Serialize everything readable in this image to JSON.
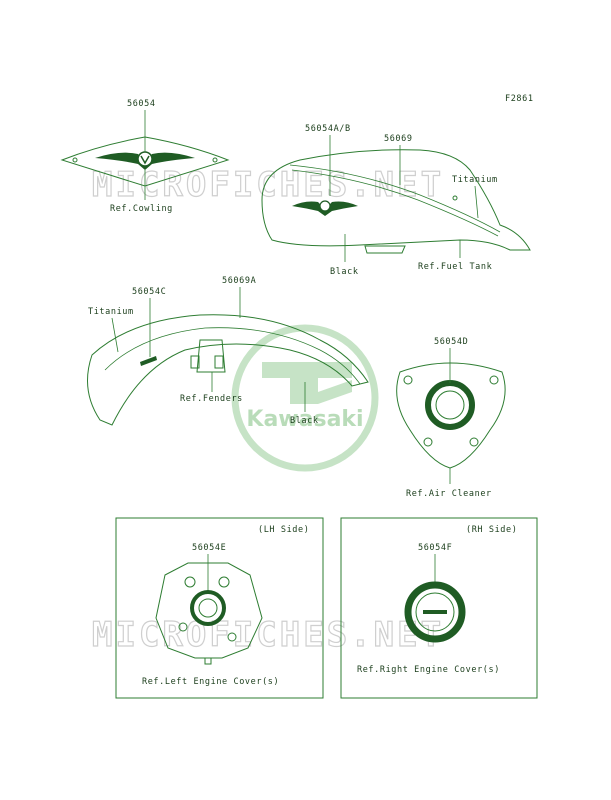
{
  "figure_code": "F2861",
  "watermarks": {
    "site_top": "MICROFICHES.NET",
    "site_bottom": "MICROFICHES.NET",
    "logo_text": "Kawasaki"
  },
  "callouts": {
    "p56054": "56054",
    "p56054ab": "56054A/B",
    "p56069": "56069",
    "p56054c": "56054C",
    "p56069a": "56069A",
    "p56054d": "56054D",
    "p56054e": "56054E",
    "p56054f": "56054F"
  },
  "labels": {
    "ref_cowling": "Ref.Cowling",
    "titanium_tank": "Titanium",
    "black_tank": "Black",
    "ref_fuel_tank": "Ref.Fuel Tank",
    "titanium_fender": "Titanium",
    "ref_fenders": "Ref.Fenders",
    "black_fender": "Black",
    "ref_air_cleaner": "Ref.Air Cleaner",
    "lh_side": "(LH Side)",
    "rh_side": "(RH Side)",
    "ref_left_engine_cover": "Ref.Left Engine Cover(s)",
    "ref_right_engine_cover": "Ref.Right Engine Cover(s)"
  },
  "colors": {
    "line": "#2e7d32",
    "text": "#1a3d1a",
    "watermark": "#cfcfcf",
    "logo": "#b9dcb9"
  }
}
